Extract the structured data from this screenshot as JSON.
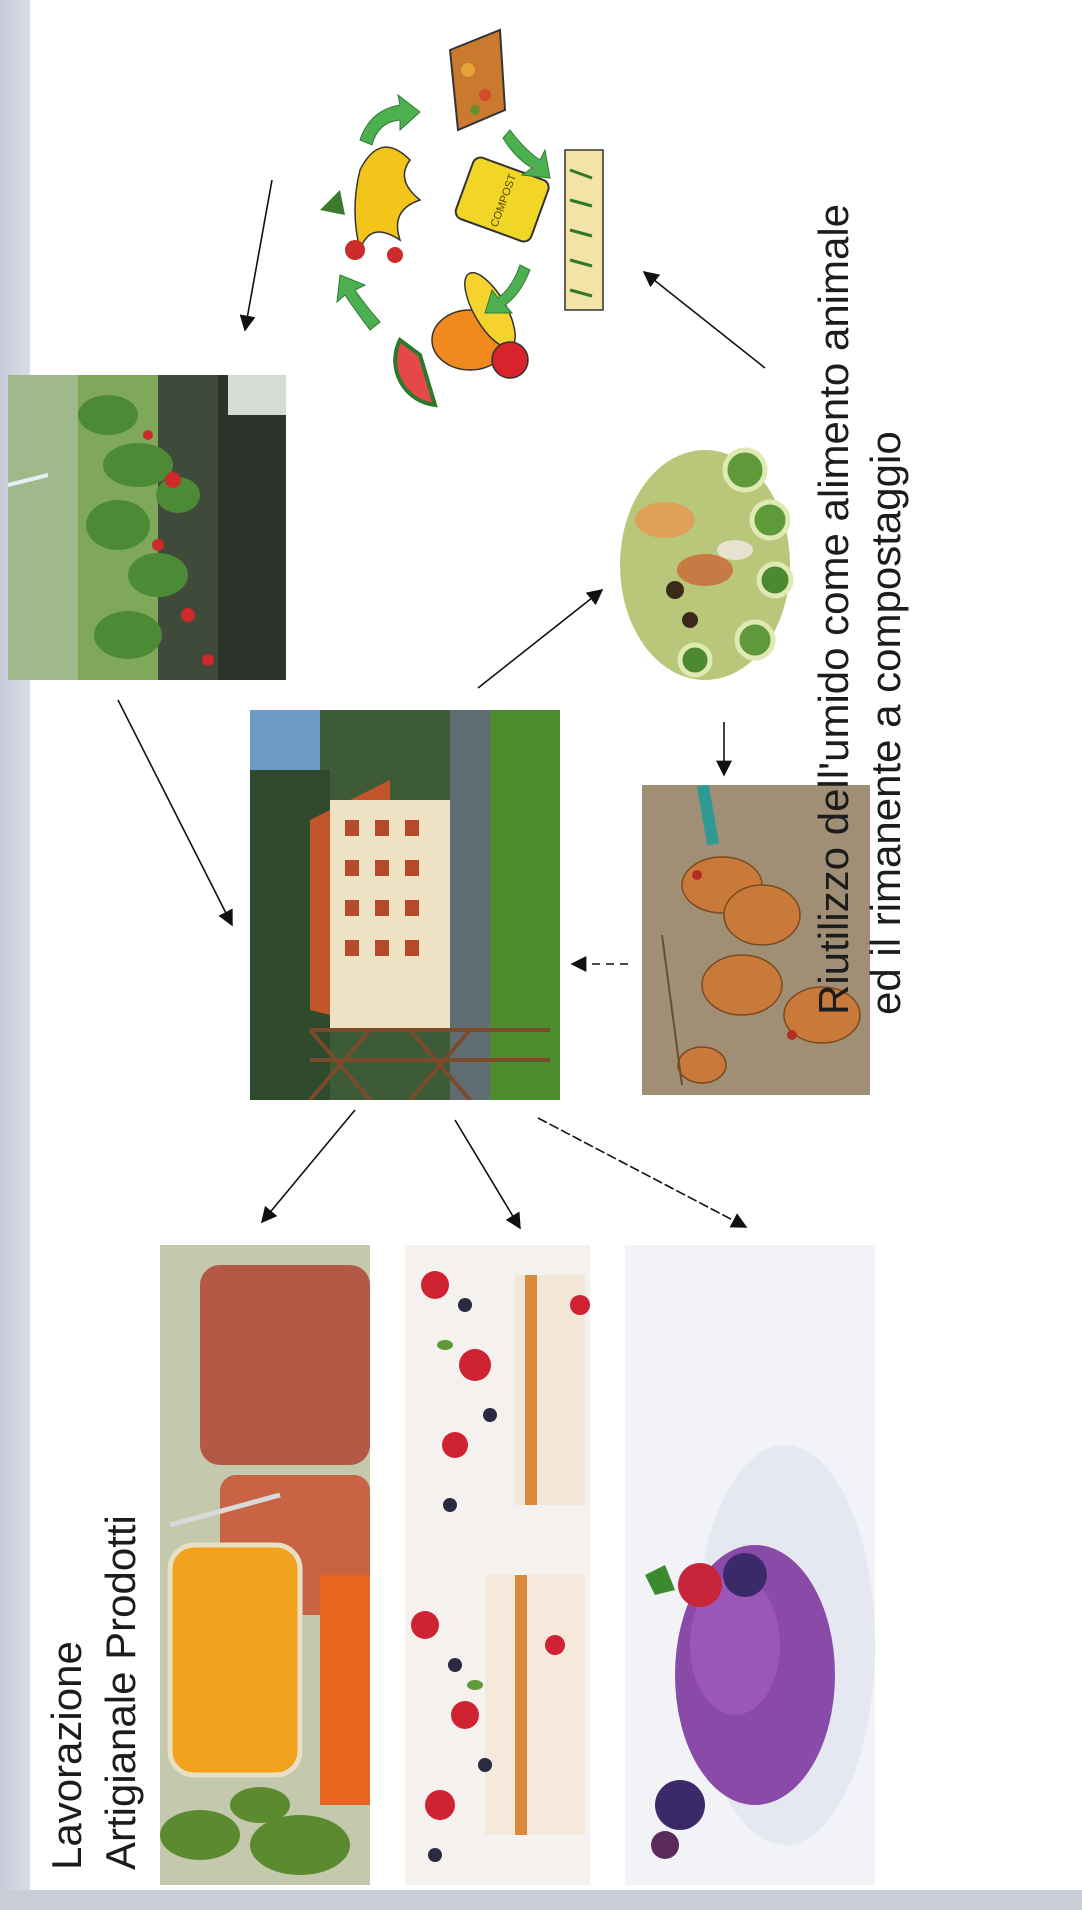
{
  "captions": {
    "reuse_line1": "Riutilizzo dell'umido come alimento animale",
    "reuse_line2": "ed il rimanente a compostaggio",
    "craft_line1": "Lavorazione",
    "craft_line2": "Artigianale Prodotti"
  },
  "compost_bag_label": "COMPOST",
  "colors": {
    "arrow": "#111111",
    "cycle_arrow": "#4caf50",
    "background_bar": "#c9ced9"
  },
  "nodes": [
    {
      "name": "strawberry-field-photo",
      "icon": "strawberry-garden"
    },
    {
      "name": "compost-cycle-illustration",
      "icon": "compost-cycle"
    },
    {
      "name": "hotel-photo",
      "icon": "hotel-building"
    },
    {
      "name": "food-scraps-photo",
      "icon": "food-waste"
    },
    {
      "name": "chickens-photo",
      "icon": "chickens"
    },
    {
      "name": "jam-jars-photo",
      "icon": "jam-jars"
    },
    {
      "name": "berry-cakes-photo",
      "icon": "berry-cakes"
    },
    {
      "name": "berry-icecream-photo",
      "icon": "berry-icecream"
    }
  ]
}
